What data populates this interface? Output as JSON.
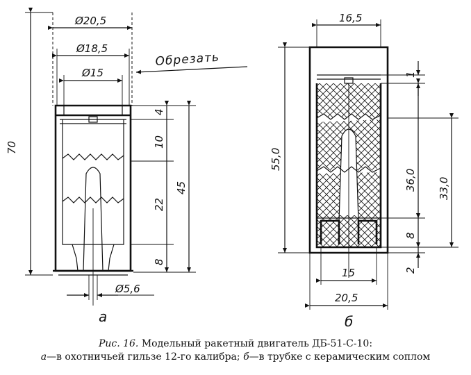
{
  "figure_a": {
    "label": "а",
    "cut_label": "Обрезать",
    "dims": {
      "d_outer": "Ø20,5",
      "d_mid": "Ø18,5",
      "d_inner": "Ø15",
      "d_nozzle": "Ø5,6",
      "h_total": "70",
      "h_4": "4",
      "h_10": "10",
      "h_22": "22",
      "h_45": "45",
      "h_8": "8"
    }
  },
  "figure_b": {
    "label": "б",
    "dims": {
      "w_top": "16,5",
      "w_inner": "15",
      "w_outer": "20,5",
      "h_1": "1",
      "h_55": "55,0",
      "h_36": "36,0",
      "h_33": "33,0",
      "h_8": "8",
      "h_2": "2"
    }
  },
  "caption": {
    "line1_label": "Рис. 16.",
    "line1_text": " Модельный ракетный двигатель ДБ-51-С-10:",
    "line2_a": "а",
    "line2_a_text": "—в охотничьей гильзе 12-го калибра; ",
    "line2_b": "б",
    "line2_b_text": "—в трубке с керамическим  соплом"
  }
}
